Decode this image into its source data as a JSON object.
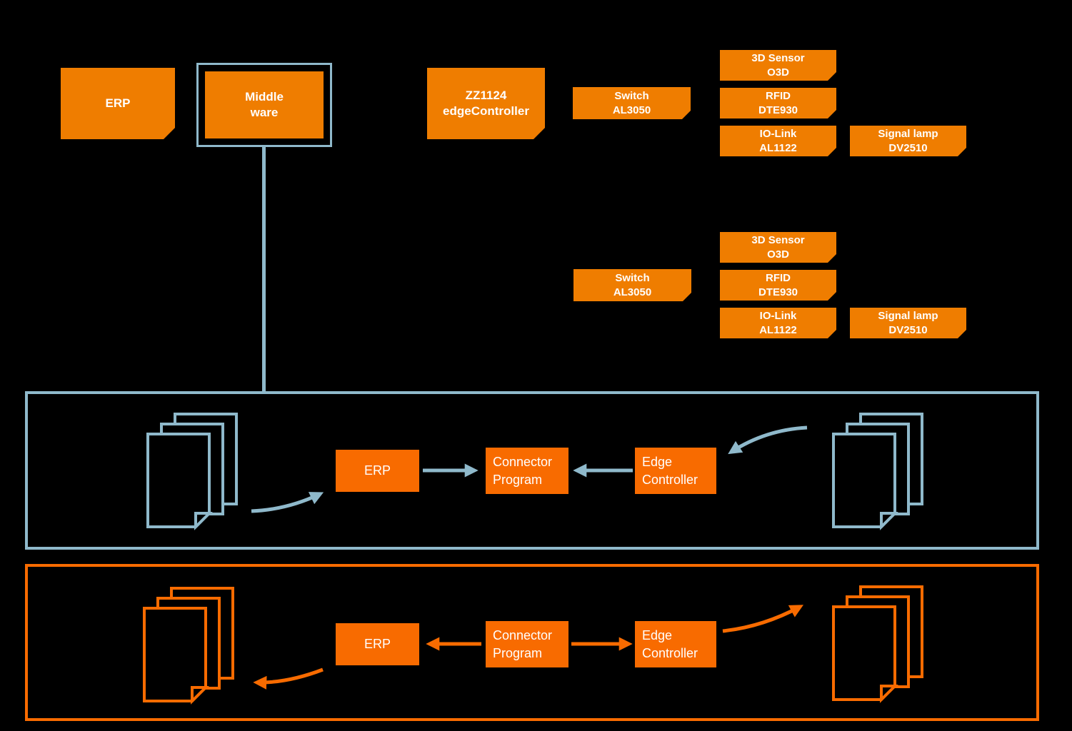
{
  "colors": {
    "orange": "#ef7d00",
    "flow-orange": "#f86b00",
    "blue": "#8fb9cb",
    "background": "#000000",
    "text": "#ffffff"
  },
  "top_row": {
    "erp": "ERP",
    "middleware": {
      "line1": "Middle",
      "line2": "ware"
    },
    "edge_controller": {
      "line1": "ZZ1124",
      "line2": "edgeController"
    }
  },
  "cluster1": {
    "switch": {
      "line1": "Switch",
      "line2": "AL3050"
    },
    "sensor3d": {
      "line1": "3D Sensor",
      "line2": "O3D"
    },
    "rfid": {
      "line1": "RFID",
      "line2": "DTE930"
    },
    "iolink": {
      "line1": "IO-Link",
      "line2": "AL1122"
    },
    "signal_lamp": {
      "line1": "Signal lamp",
      "line2": "DV2510"
    }
  },
  "cluster2": {
    "switch": {
      "line1": "Switch",
      "line2": "AL3050"
    },
    "sensor3d": {
      "line1": "3D Sensor",
      "line2": "O3D"
    },
    "rfid": {
      "line1": "RFID",
      "line2": "DTE930"
    },
    "iolink": {
      "line1": "IO-Link",
      "line2": "AL1122"
    },
    "signal_lamp": {
      "line1": "Signal lamp",
      "line2": "DV2510"
    }
  },
  "blue_flow": {
    "erp": "ERP",
    "connector": {
      "line1": "Connector",
      "line2": "Program"
    },
    "edge_controller": {
      "line1": "Edge",
      "line2": "Controller"
    },
    "left_icon": "documents-stack",
    "right_icon": "documents-stack"
  },
  "orange_flow": {
    "erp": "ERP",
    "connector": {
      "line1": "Connector",
      "line2": "Program"
    },
    "edge_controller": {
      "line1": "Edge",
      "line2": "Controller"
    },
    "left_icon": "documents-stack",
    "right_icon": "documents-stack"
  }
}
